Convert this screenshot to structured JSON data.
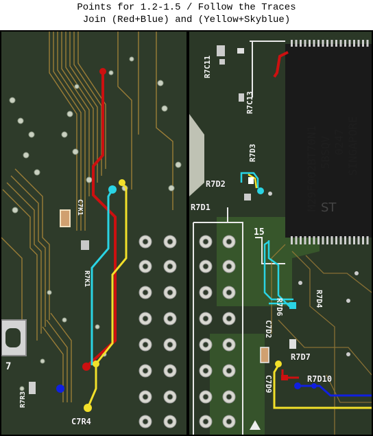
{
  "caption": {
    "line1": "Points for 1.2-1.5 / Follow the Traces",
    "line2": "Join (Red+Blue) and (Yellow+Skyblue)"
  },
  "left_labels": {
    "c7r4": "C7R4",
    "r7r3": "R7R3",
    "r7k1": "R7K1",
    "c7k1": "C7K1",
    "seven": "7"
  },
  "right_labels": {
    "r7d2": "R7D2",
    "r7d1": "R7D1",
    "r7c13": "R7C13",
    "r7c11": "R7C11",
    "r7d6": "R7D6",
    "c7d2": "C7D2",
    "r7d4": "R7D4",
    "r7d7": "R7D7",
    "r7d10": "R7D10",
    "c7d9": "C7D9",
    "r7d3": "R7D3",
    "fifteen": "15"
  },
  "chip": {
    "line1": "M29F002BT70N1",
    "line2": "5BSQV",
    "line3": "0247",
    "line4": "SINGAPORE"
  },
  "colors": {
    "pcb": "#2d3a28",
    "red": "#cc1010",
    "blue": "#1020e0",
    "yellow": "#f2e02a",
    "skyblue": "#2ad4e4"
  }
}
